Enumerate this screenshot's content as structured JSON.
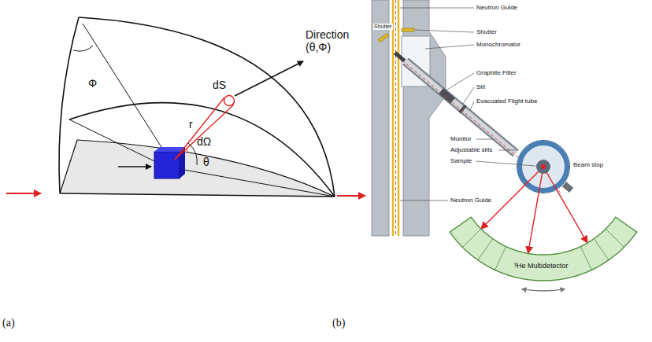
{
  "diagram": {
    "labels": [
      "Direction (θ,Φ)",
      "dS",
      "r",
      "Φ",
      "dΩ",
      "θ",
      "(a)",
      "Neutron Guide",
      "Shutter",
      "Monochromator",
      "Graphite Filter",
      "Slit",
      "Evacuated Flight tube",
      "Shutter",
      "Monitor",
      "Adjustable slits",
      "Sample",
      "Neutron Guide",
      "Beam stop",
      "³He Multidetector",
      "(b)"
    ]
  }
}
